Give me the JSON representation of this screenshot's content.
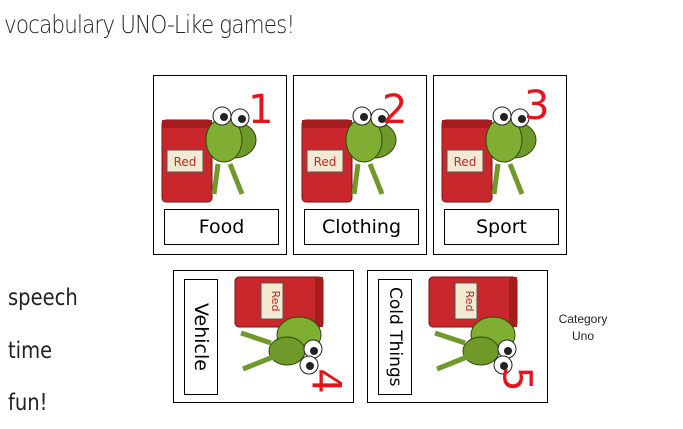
{
  "title": "vocabulary UNO-Like games!",
  "side_words": [
    "speech",
    "time",
    "fun!"
  ],
  "cards": [
    {
      "label": "Food",
      "number": "1",
      "bag_text": "Red"
    },
    {
      "label": "Clothing",
      "number": "2",
      "bag_text": "Red"
    },
    {
      "label": "Sport",
      "number": "3",
      "bag_text": "Red"
    },
    {
      "label": "Vehicle",
      "number": "4",
      "bag_text": "Red"
    },
    {
      "label": "Cold Things",
      "number": "5",
      "bag_text": "Red"
    }
  ],
  "category": {
    "line1": "Category",
    "line2": "Uno"
  },
  "colors": {
    "bag_red": "#c8272b",
    "frog_green": "#6f9a2a",
    "number_red": "#e8121a"
  }
}
